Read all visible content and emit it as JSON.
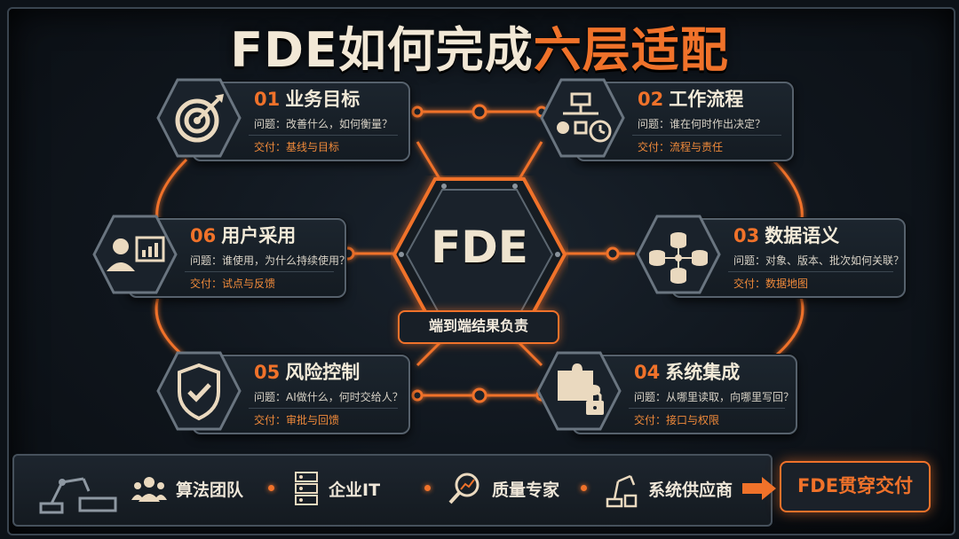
{
  "title": {
    "part1": "FDE如何完成",
    "part2": "六层适配"
  },
  "center": {
    "label": "FDE",
    "tag": "端到端结果负责"
  },
  "cards": [
    {
      "num": "01",
      "title": "业务目标",
      "question": "问题：改善什么，如何衡量？",
      "deliver": "交付：基线与目标",
      "icon": "target-icon"
    },
    {
      "num": "02",
      "title": "工作流程",
      "question": "问题：谁在何时作出决定？",
      "deliver": "交付：流程与责任",
      "icon": "workflow-icon"
    },
    {
      "num": "03",
      "title": "数据语义",
      "question": "问题：对象、版本、批次如何关联？",
      "deliver": "交付：数据地图",
      "icon": "data-network-icon"
    },
    {
      "num": "04",
      "title": "系统集成",
      "question": "问题：从哪里读取，向哪里写回？",
      "deliver": "交付：接口与权限",
      "icon": "puzzle-lock-icon"
    },
    {
      "num": "05",
      "title": "风险控制",
      "question": "问题：AI做什么，何时交给人？",
      "deliver": "交付：审批与回馈",
      "icon": "shield-check-icon"
    },
    {
      "num": "06",
      "title": "用户采用",
      "question": "问题：谁使用，为什么持续使用？",
      "deliver": "交付：试点与反馈",
      "icon": "user-chart-icon"
    }
  ],
  "bottom": {
    "items": [
      {
        "label": "算法团队",
        "icon": "team-icon"
      },
      {
        "label": "企业IT",
        "icon": "server-icon"
      },
      {
        "label": "质量专家",
        "icon": "magnifier-chart-icon"
      },
      {
        "label": "系统供应商",
        "icon": "robot-arm-icon"
      }
    ],
    "final": "FDE贯穿交付"
  },
  "colors": {
    "accent": "#f0722a",
    "text": "#f2ead8",
    "panel": "#1c252e",
    "border": "#56616c"
  }
}
